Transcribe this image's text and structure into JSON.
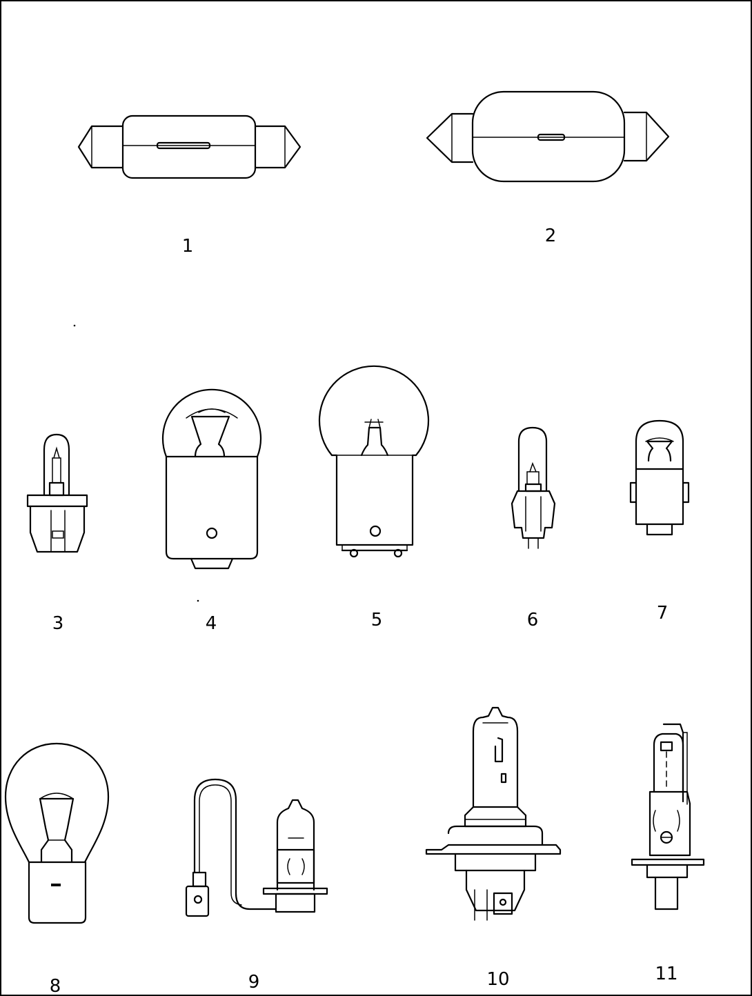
{
  "figure": {
    "labels": [
      "1",
      "2",
      "3",
      "4",
      "5",
      "6",
      "7",
      "8",
      "9",
      "10",
      "11"
    ]
  }
}
